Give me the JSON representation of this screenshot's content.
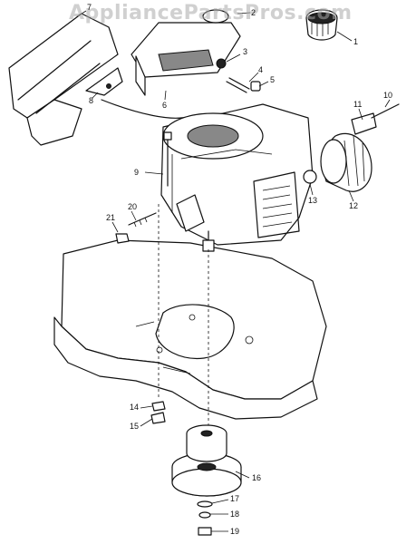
{
  "watermark": "AppliancePartsPros.com",
  "colors": {
    "line": "#111111",
    "watermark": "#aaaaaa",
    "background": "#ffffff"
  },
  "callouts": [
    {
      "id": "c1",
      "label": "1"
    },
    {
      "id": "c2",
      "label": "2"
    },
    {
      "id": "c3",
      "label": "3"
    },
    {
      "id": "c4",
      "label": "4"
    },
    {
      "id": "c5",
      "label": "5"
    },
    {
      "id": "c6",
      "label": "6"
    },
    {
      "id": "c7",
      "label": "7"
    },
    {
      "id": "c8",
      "label": "8"
    },
    {
      "id": "c9",
      "label": "9"
    },
    {
      "id": "c10",
      "label": "10"
    },
    {
      "id": "c11",
      "label": "11"
    },
    {
      "id": "c12",
      "label": "12"
    },
    {
      "id": "c13",
      "label": "13"
    },
    {
      "id": "c14",
      "label": "14"
    },
    {
      "id": "c15",
      "label": "15"
    },
    {
      "id": "c16",
      "label": "16"
    },
    {
      "id": "c17",
      "label": "17"
    },
    {
      "id": "c18",
      "label": "18"
    },
    {
      "id": "c19",
      "label": "19"
    },
    {
      "id": "c20",
      "label": "20"
    },
    {
      "id": "c21",
      "label": "21"
    }
  ]
}
